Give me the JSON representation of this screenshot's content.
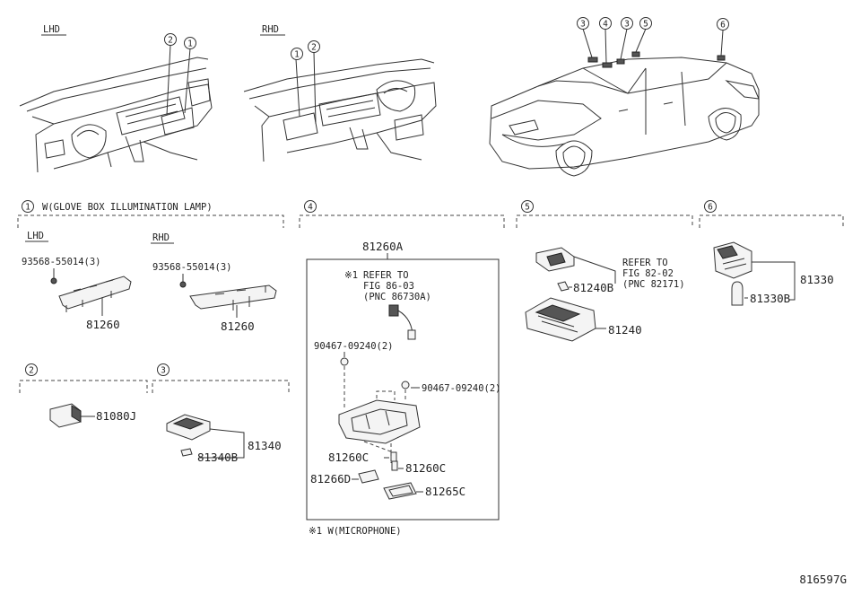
{
  "views": {
    "lhd": "LHD",
    "rhd": "RHD"
  },
  "sections": {
    "s1": {
      "num": "1",
      "title": "W(GLOVE BOX ILLUMINATION LAMP)"
    },
    "s2": {
      "num": "2"
    },
    "s3": {
      "num": "3"
    },
    "s4": {
      "num": "4"
    },
    "s5": {
      "num": "5"
    },
    "s6": {
      "num": "6"
    }
  },
  "callouts": {
    "lhd_a": "2",
    "lhd_b": "1",
    "rhd_a": "1",
    "rhd_b": "2",
    "car_3a": "3",
    "car_4": "4",
    "car_3b": "3",
    "car_5": "5",
    "car_6": "6"
  },
  "section1": {
    "lhd_label": "LHD",
    "rhd_label": "RHD",
    "lhd_screw": "93568-55014(3)",
    "rhd_screw": "93568-55014(3)",
    "lhd_part": "81260",
    "rhd_part": "81260"
  },
  "section2": {
    "part": "81080J"
  },
  "section3": {
    "part": "81340",
    "bulb": "81340B"
  },
  "section4": {
    "assy": "81260A",
    "note_mark": "※1",
    "note_l1": "REFER TO",
    "note_l2": "FIG 86-03",
    "note_l3": "(PNC 86730A)",
    "screw_a": "90467-09240(2)",
    "screw_b": "90467-09240(2)",
    "bulb_a": "81260C",
    "bulb_b": "81260C",
    "lens_a": "81266D",
    "lens_b": "81265C",
    "footnote": "※1 W(MICROPHONE)"
  },
  "section5": {
    "bulb": "81240B",
    "part": "81240",
    "refer_l1": "REFER TO",
    "refer_l2": "FIG 82-02",
    "refer_l3": "(PNC 82171)"
  },
  "section6": {
    "part": "81330",
    "bulb": "81330B"
  },
  "figure_id": "816597G"
}
